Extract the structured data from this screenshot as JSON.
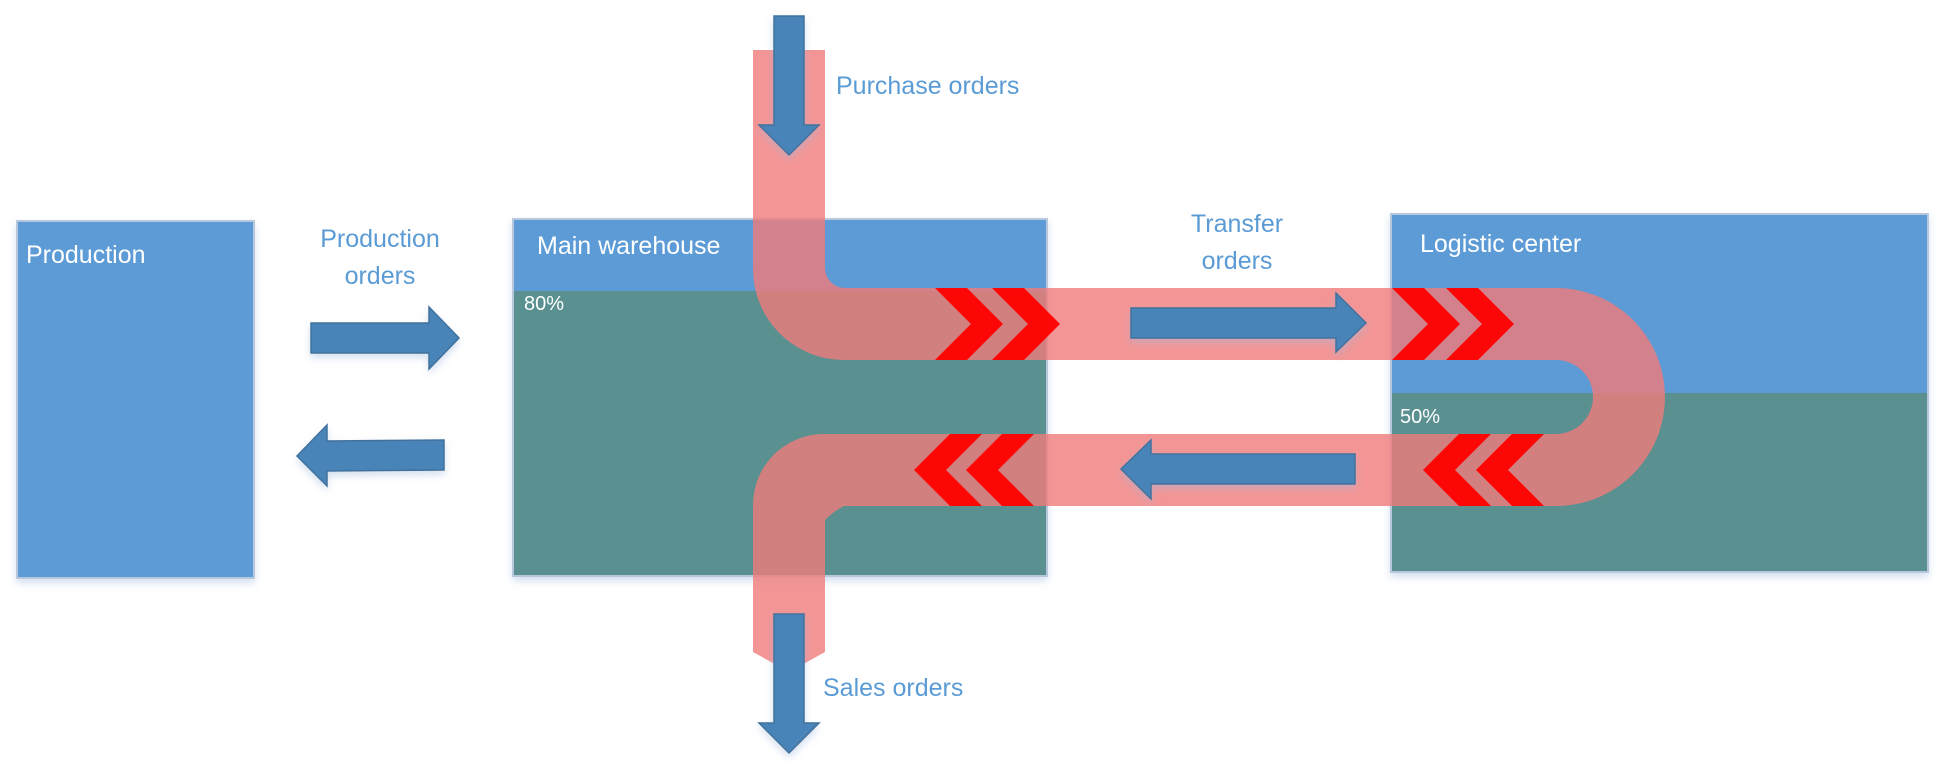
{
  "diagram": {
    "title": "",
    "nodes": [
      {
        "id": "production",
        "label": "Production",
        "fill_fraction": null
      },
      {
        "id": "main-warehouse",
        "label": "Main warehouse",
        "fill_fraction": 0.8,
        "fill_label": "80%"
      },
      {
        "id": "logistic-center",
        "label": "Logistic center",
        "fill_fraction": 0.5,
        "fill_label": "50%"
      }
    ],
    "flows": {
      "purchase": "Purchase orders",
      "production_line1": "Production",
      "production_line2": "orders",
      "transfer_line1": "Transfer",
      "transfer_line2": "orders",
      "sales": "Sales orders"
    },
    "colors": {
      "box_blue": "#5b9bd5",
      "stock_teal": "#5a9090",
      "arrow_blue": "#4a84b8",
      "pipe_pink": "#f08080",
      "chevron_red": "#ff0000",
      "label_blue": "#5b9bd5"
    }
  }
}
